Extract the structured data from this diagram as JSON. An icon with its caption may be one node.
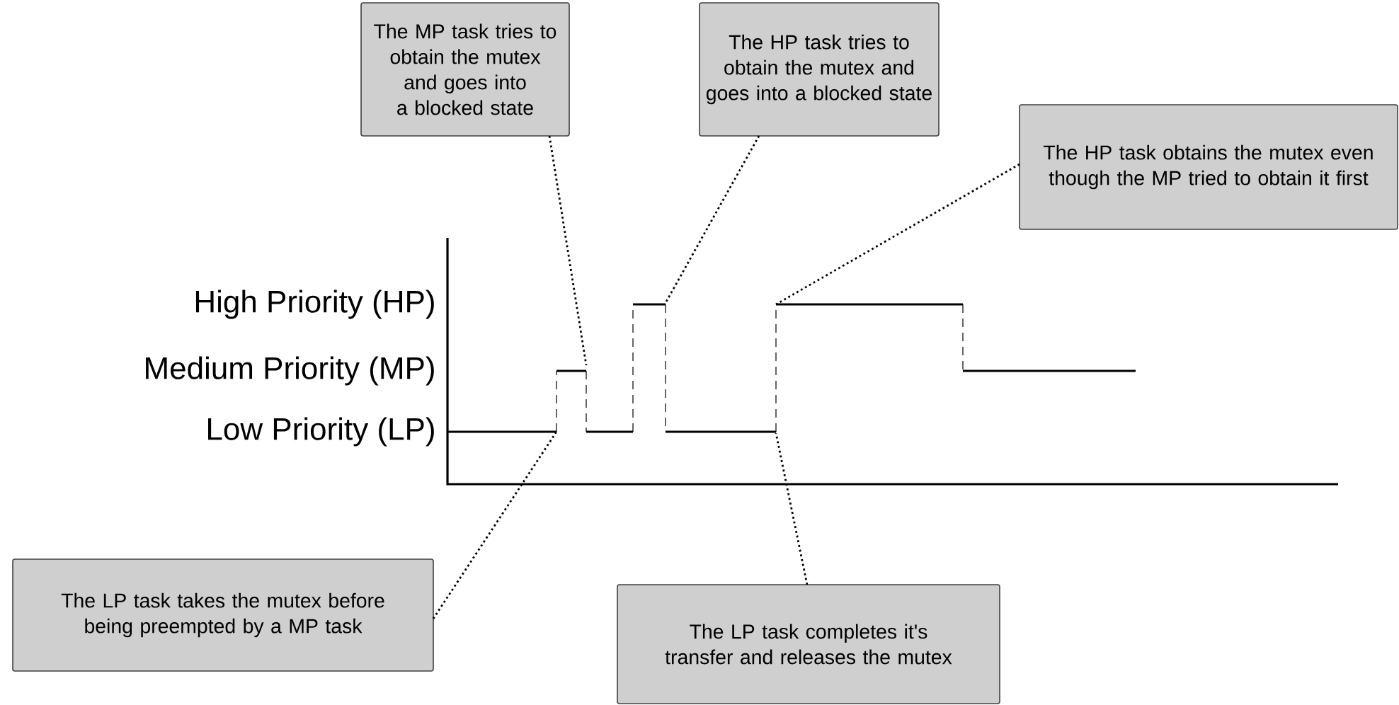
{
  "diagram": {
    "nodes": [
      {
        "text": [
          "The MP task tries to obtain the mutex and goes into a blocked state"
        ]
      },
      {
        "text": [
          "The HP task tries to obtain the mutex and goes into a blocked state"
        ]
      },
      {
        "text": [
          "The HP task obtains the mutex even though the MP tried to obtain it first"
        ]
      },
      {
        "text": [
          "The LP task takes the mutex before being preempted by a MP task"
        ]
      },
      {
        "text": [
          "The LP task completes it's transfer and releases the mutex"
        ]
      }
    ],
    "edges": [
      {
        "from": 0,
        "to": null,
        "arrow": "none"
      },
      {
        "from": 1,
        "to": null,
        "arrow": "none"
      },
      {
        "from": 2,
        "to": null,
        "arrow": "none"
      },
      {
        "from": 3,
        "to": null,
        "arrow": "none"
      },
      {
        "from": 4,
        "to": null,
        "arrow": "none"
      }
    ],
    "labels": [
      "High Priority (HP)",
      "Medium Priority (MP)",
      "Low Priority (LP)"
    ]
  }
}
